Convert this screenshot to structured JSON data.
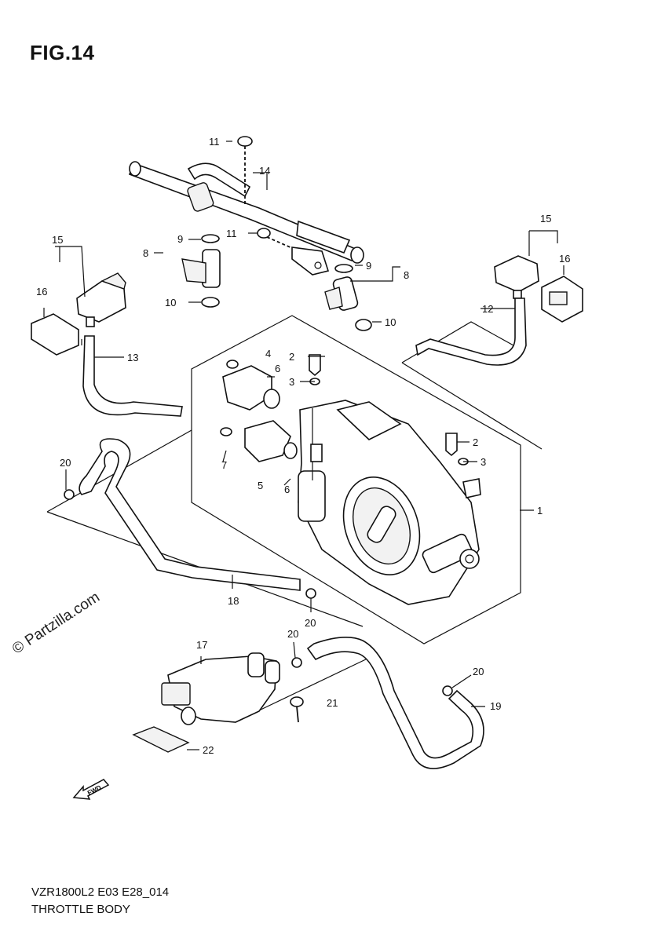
{
  "figure": {
    "title": "FIG.14",
    "model_code": "VZR1800L2 E03 E28_014",
    "caption": "THROTTLE BODY",
    "watermark": "© Partzilla.com",
    "direction_mark": "FWD"
  },
  "callouts": [
    {
      "id": "c1",
      "label": "1"
    },
    {
      "id": "c2a",
      "label": "2"
    },
    {
      "id": "c2b",
      "label": "2"
    },
    {
      "id": "c3a",
      "label": "3"
    },
    {
      "id": "c3b",
      "label": "3"
    },
    {
      "id": "c4",
      "label": "4"
    },
    {
      "id": "c5",
      "label": "5"
    },
    {
      "id": "c6a",
      "label": "6"
    },
    {
      "id": "c6b",
      "label": "6"
    },
    {
      "id": "c7",
      "label": "7"
    },
    {
      "id": "c8a",
      "label": "8"
    },
    {
      "id": "c8b",
      "label": "8"
    },
    {
      "id": "c9a",
      "label": "9"
    },
    {
      "id": "c9b",
      "label": "9"
    },
    {
      "id": "c10a",
      "label": "10"
    },
    {
      "id": "c10b",
      "label": "10"
    },
    {
      "id": "c11a",
      "label": "11"
    },
    {
      "id": "c11b",
      "label": "11"
    },
    {
      "id": "c12",
      "label": "12"
    },
    {
      "id": "c13",
      "label": "13"
    },
    {
      "id": "c14",
      "label": "14"
    },
    {
      "id": "c15a",
      "label": "15"
    },
    {
      "id": "c15b",
      "label": "15"
    },
    {
      "id": "c16a",
      "label": "16"
    },
    {
      "id": "c16b",
      "label": "16"
    },
    {
      "id": "c17",
      "label": "17"
    },
    {
      "id": "c18",
      "label": "18"
    },
    {
      "id": "c19",
      "label": "19"
    },
    {
      "id": "c20a",
      "label": "20"
    },
    {
      "id": "c20b",
      "label": "20"
    },
    {
      "id": "c20c",
      "label": "20"
    },
    {
      "id": "c20d",
      "label": "20"
    },
    {
      "id": "c21",
      "label": "21"
    },
    {
      "id": "c22",
      "label": "22"
    }
  ]
}
